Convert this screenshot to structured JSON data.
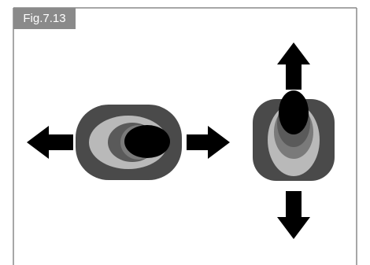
{
  "figure": {
    "label": "Fig.7.13"
  },
  "colors": {
    "border": "#8a8a8a",
    "tab": "#8a8a8a",
    "housing": "#4a4a4a",
    "ring_light": "#b9b9b9",
    "ring_mid": "#7a7a7a",
    "ring_dark": "#5a5a5a",
    "stick": "#000000",
    "arrow": "#000000"
  },
  "diagrams": [
    {
      "id": "horizontal",
      "arrows": [
        "left",
        "right"
      ],
      "stick_offset": "right"
    },
    {
      "id": "vertical",
      "arrows": [
        "up",
        "down"
      ],
      "stick_offset": "up"
    }
  ]
}
